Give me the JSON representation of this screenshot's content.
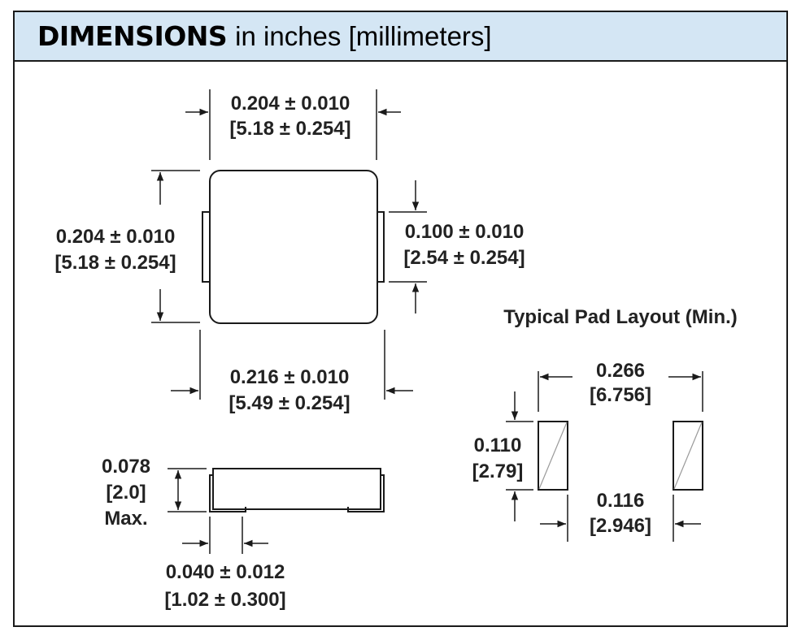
{
  "header": {
    "title_bold": "DIMENSIONS",
    "title_light": "in inches [millimeters]"
  },
  "top_view": {
    "width_top": {
      "inches": "0.204 ± 0.010",
      "mm": "[5.18 ± 0.254]"
    },
    "height_left": {
      "inches": "0.204 ± 0.010",
      "mm": "[5.18 ± 0.254]"
    },
    "terminal_height": {
      "inches": "0.100 ± 0.010",
      "mm": "[2.54 ± 0.254]"
    },
    "width_bottom": {
      "inches": "0.216 ± 0.010",
      "mm": "[5.49 ± 0.254]"
    }
  },
  "side_view": {
    "height": {
      "inches": "0.078",
      "mm": "[2.0]",
      "note": "Max."
    },
    "terminal_width": {
      "inches": "0.040 ± 0.012",
      "mm": "[1.02 ± 0.300]"
    }
  },
  "pad_layout": {
    "title": "Typical Pad Layout (Min.)",
    "overall_width": {
      "inches": "0.266",
      "mm": "[6.756]"
    },
    "pad_height": {
      "inches": "0.110",
      "mm": "[2.79]"
    },
    "pad_gap": {
      "inches": "0.116",
      "mm": "[2.946]"
    }
  },
  "colors": {
    "header_bg": "#d4e6f4",
    "line": "#1a1a1a",
    "pad_hatch": "#9a9a9a"
  }
}
